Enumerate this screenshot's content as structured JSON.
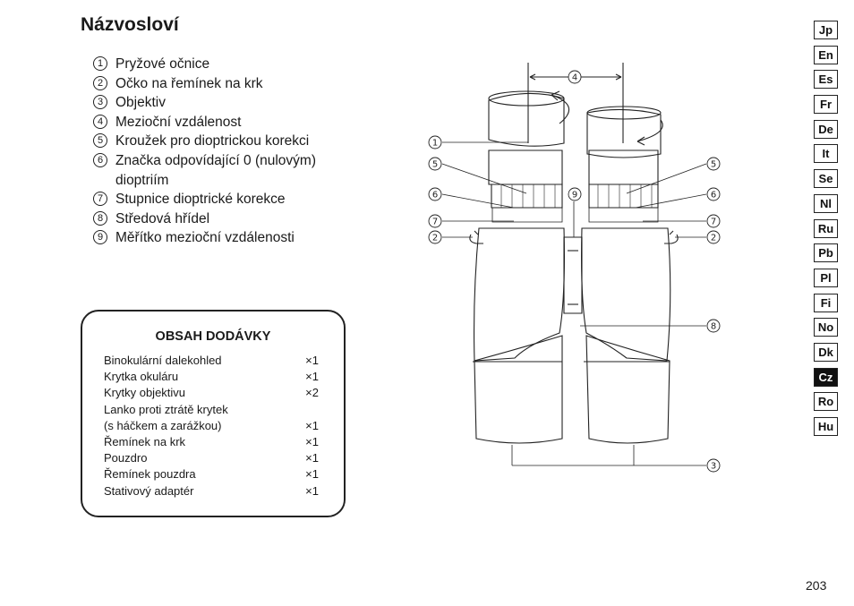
{
  "page": {
    "title": "Názvosloví",
    "page_number": "203"
  },
  "parts": [
    {
      "num": "1",
      "label": "Pryžové očnice"
    },
    {
      "num": "2",
      "label": "Očko na řemínek na krk"
    },
    {
      "num": "3",
      "label": "Objektiv"
    },
    {
      "num": "4",
      "label": "Mezioční vzdálenost"
    },
    {
      "num": "5",
      "label": "Kroužek pro dioptrickou korekci"
    },
    {
      "num": "6",
      "label": "Značka odpovídající 0 (nulovým) dioptriím"
    },
    {
      "num": "7",
      "label": "Stupnice dioptrické korekce"
    },
    {
      "num": "8",
      "label": "Středová hřídel"
    },
    {
      "num": "9",
      "label": "Měřítko mezioční vzdálenosti"
    }
  ],
  "contents": {
    "title": "OBSAH DODÁVKY",
    "items": [
      {
        "name": "Binokulární dalekohled",
        "qty": "×1"
      },
      {
        "name": "Krytka okuláru",
        "qty": "×1"
      },
      {
        "name": "Krytky objektivu",
        "qty": "×2"
      },
      {
        "name": "Lanko proti ztrátě krytek",
        "qty": ""
      },
      {
        "name": "(s háčkem a zarážkou)",
        "qty": "×1"
      },
      {
        "name": "Řemínek na krk",
        "qty": "×1"
      },
      {
        "name": "Pouzdro",
        "qty": "×1"
      },
      {
        "name": "Řemínek pouzdra",
        "qty": "×1"
      },
      {
        "name": "Stativový adaptér",
        "qty": "×1"
      }
    ]
  },
  "languages": [
    "Jp",
    "En",
    "Es",
    "Fr",
    "De",
    "It",
    "Se",
    "Nl",
    "Ru",
    "Pb",
    "Pl",
    "Fi",
    "No",
    "Dk",
    "Cz",
    "Ro",
    "Hu"
  ],
  "active_language": "Cz",
  "diagram": {
    "callouts": [
      "1",
      "2",
      "3",
      "4",
      "5",
      "6",
      "7",
      "8",
      "9"
    ]
  }
}
